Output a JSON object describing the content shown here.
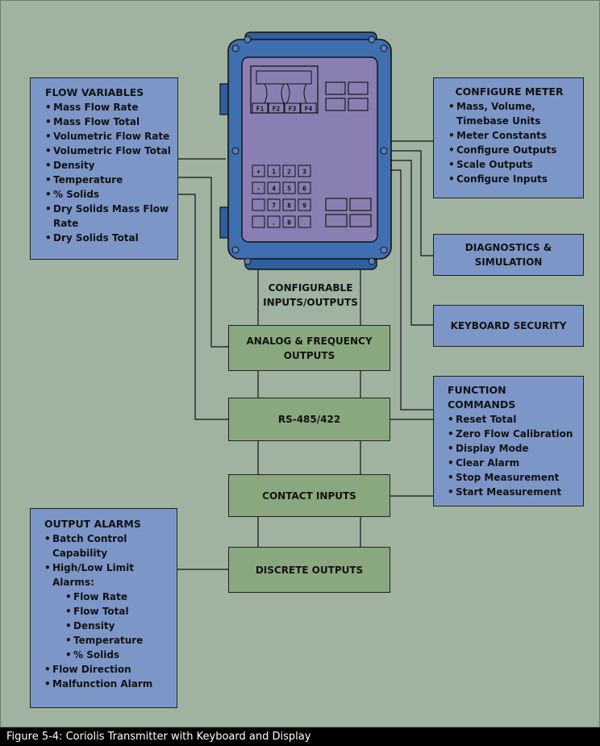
{
  "flow_variables": {
    "title": "FLOW VARIABLES",
    "items": [
      "Mass Flow Rate",
      "Mass Flow Total",
      "Volumetric Flow Rate",
      "Volumetric Flow Total",
      "Density",
      "Temperature",
      "% Solids",
      "Dry Solids Mass Flow Rate",
      "Dry Solids Total"
    ]
  },
  "configure_meter": {
    "title": "CONFIGURE METER",
    "items": [
      "Mass, Volume, Timebase Units",
      "Meter Constants",
      "Configure Outputs",
      "Scale Outputs",
      "Configure Inputs"
    ]
  },
  "diagnostics": {
    "label": "DIAGNOSTICS & SIMULATION"
  },
  "keyboard_security": {
    "label": "KEYBOARD SECURITY"
  },
  "function_commands": {
    "title": "FUNCTION COMMANDS",
    "items": [
      "Reset Total",
      "Zero Flow Calibration",
      "Display Mode",
      "Clear Alarm",
      "Stop Measurement",
      "Start Measurement"
    ]
  },
  "configurable_io": {
    "label": "CONFIGURABLE INPUTS/OUTPUTS"
  },
  "analog_frequency": {
    "label": "ANALOG & FREQUENCY OUTPUTS"
  },
  "rs485": {
    "label": "RS-485/422"
  },
  "contact_inputs": {
    "label": "CONTACT INPUTS"
  },
  "discrete_outputs": {
    "label": "DISCRETE OUTPUTS"
  },
  "output_alarms": {
    "title": "OUTPUT ALARMS",
    "items": [
      {
        "text": "Batch Control Capability",
        "level": 0
      },
      {
        "text": "High/Low Limit Alarms:",
        "level": 0
      },
      {
        "text": "Flow Rate",
        "level": 1
      },
      {
        "text": "Flow Total",
        "level": 1
      },
      {
        "text": "Density",
        "level": 1
      },
      {
        "text": "Temperature",
        "level": 1
      },
      {
        "text": "% Solids",
        "level": 1
      },
      {
        "text": "Flow Direction",
        "level": 0
      },
      {
        "text": "Malfunction Alarm",
        "level": 0
      }
    ]
  },
  "device": {
    "function_keys": [
      "F1",
      "F2",
      "F3",
      "F4"
    ],
    "keypad": [
      "+",
      "1",
      "2",
      "3",
      "-",
      "4",
      "5",
      "6",
      "",
      "7",
      "8",
      "9",
      "",
      ".",
      "0",
      ""
    ]
  },
  "caption": "Figure 5-4: Coriolis Transmitter with Keyboard and Display",
  "colors": {
    "background": "#9fb3a0",
    "blue_box": "#7d96c8",
    "green_box": "#8aa87f",
    "device_outer": "#3f6fb0",
    "device_inner": "#8a7fb2"
  }
}
